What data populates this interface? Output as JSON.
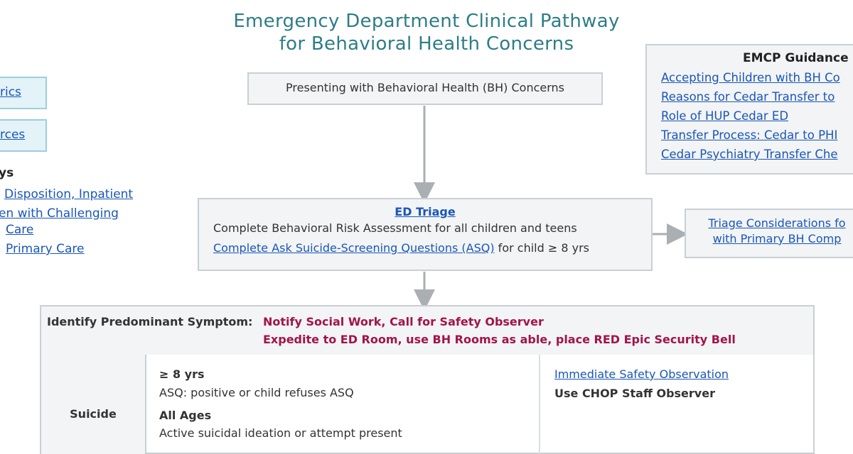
{
  "title": {
    "line1": "Emergency Department Clinical Pathway",
    "line2": "for Behavioral Health Concerns"
  },
  "left_panel": {
    "buttons": [
      "rics",
      "rces"
    ],
    "heading": "ys",
    "links": [
      "Disposition, Inpatient",
      "en with Challenging",
      "Care",
      "Primary Care"
    ]
  },
  "emcp": {
    "title": "EMCP Guidance",
    "links": [
      "Accepting Children with BH Co",
      "Reasons for Cedar Transfer to",
      "Role of HUP Cedar ED",
      "Transfer Process: Cedar to PHI",
      "Cedar Psychiatry Transfer Che"
    ]
  },
  "presenting": "Presenting with Behavioral Health (BH) Concerns",
  "triage": {
    "heading": "ED Triage",
    "line1": "Complete Behavioral Risk Assessment for all children and teens",
    "line2_link": "Complete Ask Suicide-Screening Questions (ASQ)",
    "line2_rest": " for child ≥ 8 yrs"
  },
  "triage_considerations": {
    "line1": "Triage Considerations fo",
    "line2": "with Primary BH Comp"
  },
  "symptom": {
    "label": "Identify Predominant Symptom:",
    "red1": "Notify Social Work, Call for Safety Observer",
    "red2": "Expedite to ED Room, use BH Rooms as able, place RED Epic Security Bell"
  },
  "suicide_row": {
    "label": "Suicide",
    "age1": "≥ 8 yrs",
    "crit1": "ASQ: positive or child refuses ASQ",
    "age2": "All Ages",
    "crit2": "Active suicidal ideation or attempt present",
    "action_link": "Immediate Safety Observation",
    "action_text": "Use CHOP Staff Observer"
  },
  "colors": {
    "title": "#2d7d87",
    "link": "#1a56b8",
    "alert_red": "#a3134b",
    "box_fill": "#f2f4f5",
    "blue_box_fill": "#e3f3f7"
  }
}
